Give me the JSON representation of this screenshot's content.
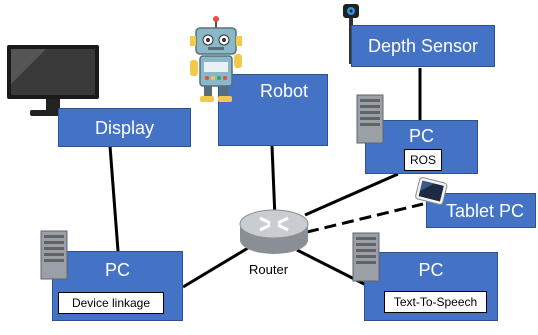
{
  "nodes": {
    "display": {
      "label": "Display"
    },
    "robot": {
      "label": "Robot"
    },
    "depth_sensor": {
      "label": "Depth Sensor"
    },
    "pc_ros": {
      "label": "PC",
      "sublabel": "ROS"
    },
    "tablet": {
      "label": "Tablet PC"
    },
    "pc_linkage": {
      "label": "PC",
      "sublabel": "Device linkage"
    },
    "pc_tts": {
      "label": "PC",
      "sublabel": "Text-To-Speech"
    },
    "router": {
      "label": "Router"
    }
  },
  "colors": {
    "box_fill": "#4472c4",
    "box_border": "#2f528f",
    "link": "#000000"
  },
  "icons": [
    "monitor-icon",
    "robot-icon",
    "depth-camera-icon",
    "server-tower-icon",
    "tablet-icon",
    "router-icon"
  ]
}
